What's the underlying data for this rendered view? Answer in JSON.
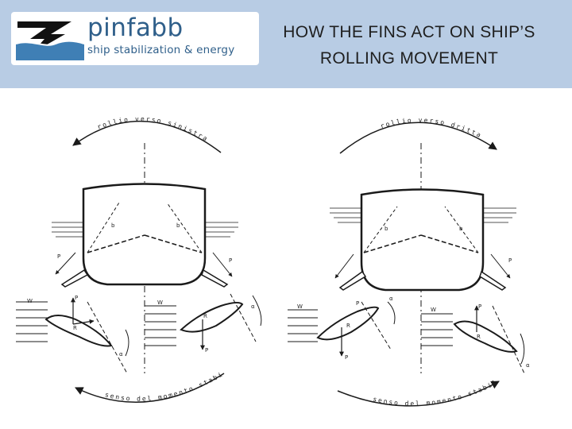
{
  "header": {
    "logo": {
      "name": "pinfabb",
      "tagline": "ship stabilization & energy"
    },
    "title_line1": "HOW THE FINS ACT ON SHIP’S",
    "title_line2": "ROLLING MOVEMENT"
  },
  "diagram": {
    "left": {
      "top_arc_label": "rollio verso sinistra",
      "bottom_arc_label": "senso del momento stabilizzante"
    },
    "right": {
      "top_arc_label": "rollio verso dritta",
      "bottom_arc_label": "senso del momento stabilizzante"
    },
    "labels": {
      "w": "W",
      "p": "P",
      "r": "R",
      "b": "b",
      "alpha": "α"
    }
  },
  "colors": {
    "header_bg": "#b8cce4",
    "logo_blue": "#2f5f8a",
    "line": "#1a1a1a"
  }
}
